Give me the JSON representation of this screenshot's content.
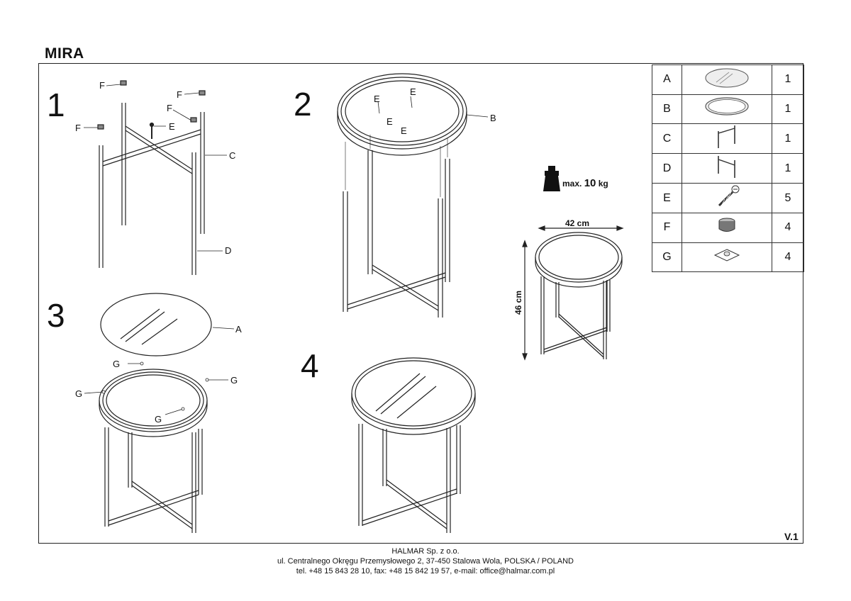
{
  "title": "MIRA",
  "steps": [
    "1",
    "2",
    "3",
    "4"
  ],
  "labels": {
    "F": "F",
    "E": "E",
    "C": "C",
    "D": "D",
    "B": "B",
    "A": "A",
    "G": "G"
  },
  "max_weight": {
    "prefix": "max.",
    "value": "10",
    "unit": "kg"
  },
  "dimensions": {
    "width": "42 cm",
    "height": "46 cm"
  },
  "parts": [
    {
      "letter": "A",
      "icon": "glass-top-icon",
      "qty": "1"
    },
    {
      "letter": "B",
      "icon": "tray-frame-icon",
      "qty": "1"
    },
    {
      "letter": "C",
      "icon": "leg-frame-c-icon",
      "qty": "1"
    },
    {
      "letter": "D",
      "icon": "leg-frame-d-icon",
      "qty": "1"
    },
    {
      "letter": "E",
      "icon": "screw-icon",
      "qty": "5"
    },
    {
      "letter": "F",
      "icon": "foot-cap-icon",
      "qty": "4"
    },
    {
      "letter": "G",
      "icon": "pad-icon",
      "qty": "4"
    }
  ],
  "version": "V.1",
  "footer": {
    "company": "HALMAR Sp. z o.o.",
    "address": "ul. Centralnego Okręgu Przemysłowego 2, 37-450 Stalowa Wola, POLSKA / POLAND",
    "contact": "tel. +48 15 843 28 10, fax: +48 15 842 19 57, e-mail: office@halmar.com.pl"
  }
}
